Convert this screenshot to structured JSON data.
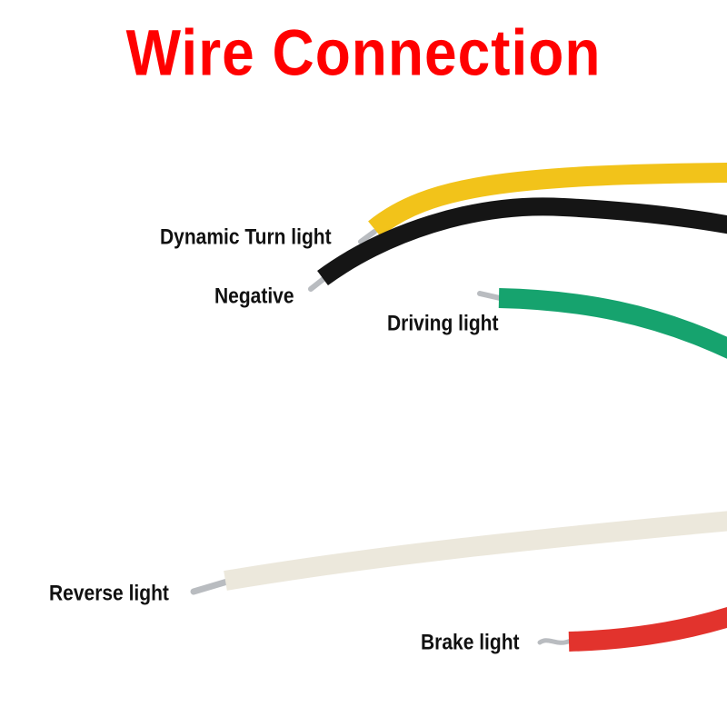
{
  "title": "Wire Connection",
  "colors": {
    "title": "#ff0000",
    "label_text": "#111111",
    "background": "#ffffff",
    "copper_tip": "#b9bcc0"
  },
  "wires": [
    {
      "label": "Dynamic Turn light",
      "color": "#f2c31a",
      "edge": "#d8a90a"
    },
    {
      "label": "Negative",
      "color": "#151515",
      "edge": "#000000"
    },
    {
      "label": "Driving light",
      "color": "#16a36e",
      "edge": "#0f7f55"
    },
    {
      "label": "Reverse light",
      "color": "#ece8dc",
      "edge": "#cfc9b8"
    },
    {
      "label": "Brake light",
      "color": "#e2332d",
      "edge": "#b8221d"
    }
  ]
}
